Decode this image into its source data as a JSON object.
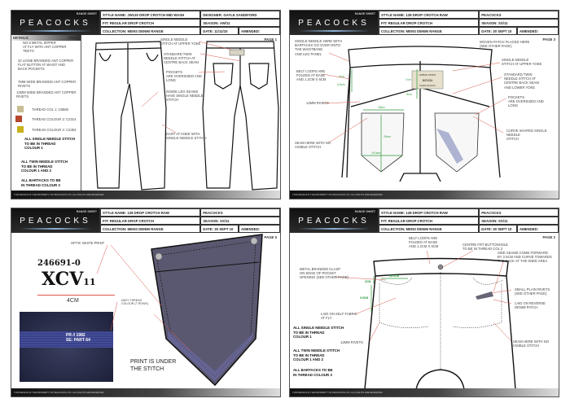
{
  "common": {
    "brand": "PEACOCKS",
    "sheet_label": "RANGE SHEET",
    "footer": "THIS DESIGN IS THE PROPERTY OF PEACOCKS LTD. ALL RIGHTS ARE RESERVED"
  },
  "panels": [
    {
      "style": "STYLE NAME: JW130 DROP CROTCH MID WASH",
      "col2_row1": "DESIGNER: GAYLE SANDIFORD",
      "fit": "FIT: REGULAR DROP CROTCH",
      "season": "SEASON: AW/11",
      "collection": "COLLECTION: MENS DENIM RANGE",
      "date": "DATE: 11/11/10",
      "amended": "AMENDED:",
      "page": "PAGE 1",
      "details_title": "DETAILS:",
      "details_tag": "TRIMS",
      "details": [
        "NO.5 METAL ZIPPER\nAT FLY WITH ANT COPPER\nTEETH",
        "32 LIGNE BRANDED ANT COPPER\nFLAT BUTTON AT WAIST AND\nBACK POCKETS",
        "7MM WIDE BRANDED ANT COPPER\nRIVETS",
        "12MM WIDE BRANDED ANT COPPER\nRIVETS"
      ],
      "threads": [
        {
          "label": "THREAD COL 1: C8660",
          "color": "#c8bd94"
        },
        {
          "label": "THREAD COLOUR 2: C2314",
          "color": "#b5472c"
        },
        {
          "label": "THREAD COLOUR 2: C2353",
          "color": "#c9b21a"
        }
      ],
      "notes": [
        "ALL SINGLE NEEDLE STITCH\nTO BE IN THREAD\nCOLOUR 1",
        "ALL TWIN NEEDLE STITCH\nTO BE IN THREAD\nCOLOUR 1 AND 2",
        "ALL BARTACKS TO BE\nIN THREAD COLOUR 3"
      ],
      "callouts": [
        "SINGLE NEEDLE\nSTITCH AT UPPER YOKE",
        "STANDARD TWIN\nNEEDLE STITCH AT\nCENTRE BACK SEAM",
        "POCKETS\nARE OVERSIZED AND\nLONG",
        "INSIDE LEG SEAMS\nHAVE SINGLE NEEDLE\nSTITCH",
        "DART AT KNEE WITH\nSINGLE NEEDLE STITCH"
      ]
    },
    {
      "style": "STYLE NAME: 128 DROP CROTCH RAW",
      "col2_row1": "PEACOCKS",
      "fit": "FIT: REGULAR DROP CROTCH",
      "season": "SEASON: SS/11",
      "collection": "COLLECTION: MENS DENIM RANGE",
      "date": "DATE: 30 SEPT 10",
      "amended": "AMENDED:",
      "page": "PAGE 3",
      "callouts": [
        "SINGLE NEEDLE HERE WITH\nBARTACKS GO OVER ONTO\nTHE WAISTBAND\nAND LEG PANEL",
        "BELT LOOPS ARE\nFOLDED AT BASE\nAND 1.2CM X 6CM",
        "12MM RIVETS",
        "SEAM HERE WITH NO\nVISIBLE STITCH",
        "WOVEN PATCH PLACED HERE\n(SEE OTHER PAGE)",
        "SINGLE NEEDLE\nSTITCH AT UPPER YOKE",
        "STANDARD TWIN\nNEEDLE STITCH AT\nCENTRE BACK SEAM\nAND LOWER YOKE",
        "POCKETS\nARE OVERSIZED AND\nLONG",
        "CURVE SHAPED SINGLE NEEDLE\nSTITCH"
      ],
      "measurements": [
        "4cm",
        "4.5cm",
        "7cm",
        "5cm",
        "18cm",
        "29cm",
        "19.5cm"
      ],
      "patch_text": [
        "URBAN SPIRIT",
        "XCV11",
        "Traditional Denim"
      ]
    },
    {
      "style": "STYLE NAME: 128 DROP CROTCH RAW",
      "col2_row1": "PEACOCKS",
      "fit": "FIT: REGULAR DROP CROTCH",
      "season": "SEASON: SS/11",
      "collection": "COLLECTION: MENS DENIM RANGE",
      "date": "DATE: 30 SEPT 10",
      "amended": "AMENDED:",
      "page": "PAGE 5",
      "print_label": "OPTIC WHITE PRINT",
      "code": "246691-0",
      "logo_main": "XCV",
      "logo_sub": "11",
      "width_label": "4CM",
      "thread_label": "NAVY THREAD\nCOLOUR (7 ROWS)",
      "photo_text": "PR // 1982\nSE: PART-54",
      "note": "PRINT IS UNDER\nTHE STITCH",
      "pocket_color": "#5a5870"
    },
    {
      "style": "STYLE NAME: 128 DROP CROTCH RAW",
      "col2_row1": "PEACOCKS",
      "fit": "FIT: REGULAR DROP CROTCH",
      "season": "SEASON: SS/11",
      "collection": "COLLECTION: MENS DENIM RANGE",
      "date": "DATE: 30 SEPT 10",
      "amended": "AMENDED:",
      "page": "PAGE 2",
      "callouts": [
        "BELT LOOPS ARE\nFOLDED AT BASE\nAND 1.2CM X 6CM",
        "CENTRE FRT BUTTONHOLE\nTO BE IN THREAD COL 2",
        "SIDE SEAMS COME FORWARD\nBY 2.5CM AND CURVE TOWARDS\nTHE BACK AT THE KNEE AREA",
        "METAL BRANDED CLASP\nON EDGE OF POCKET\nOPENING (SEE OTHER PAGE)",
        "SMALL PLAIN RIVETS\n(SEE OTHER PAGE)",
        "LAID ON REVERSE\nDENIM PATCH",
        "LAID ON SELF FABRIC\nAT FLY",
        "12MM RIVETS",
        "SEAM HERE WITH NO\nVISIBLE STITCH"
      ],
      "measurements": [
        "11.5CM",
        "3CM",
        "9.5CM"
      ],
      "notes": [
        "ALL SINGLE NEEDLE STITCH\nTO BE IN THREAD\nCOLOUR 1",
        "ALL TWIN NEEDLE STITCH\nTO BE IN THREAD\nCOLOUR 1 AND 2",
        "ALL BARTACKS TO BE\nIN THREAD COLOUR 3"
      ]
    }
  ]
}
